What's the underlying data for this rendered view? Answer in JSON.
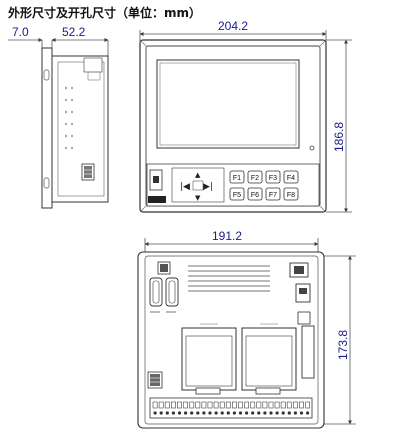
{
  "title": "外形尺寸及开孔尺寸（单位：mm）",
  "dimensions": {
    "side_depth_a": "7.0",
    "side_depth_b": "52.2",
    "front_width": "204.2",
    "front_height": "186.8",
    "cutout_width": "191.2",
    "cutout_height": "173.8"
  },
  "keypad": {
    "function_keys": [
      "F1",
      "F2",
      "F3",
      "F4",
      "F5",
      "F6",
      "F7",
      "F8"
    ]
  },
  "colors": {
    "dimension_text": "#1a1a8c",
    "line": "#3a3a3a"
  }
}
